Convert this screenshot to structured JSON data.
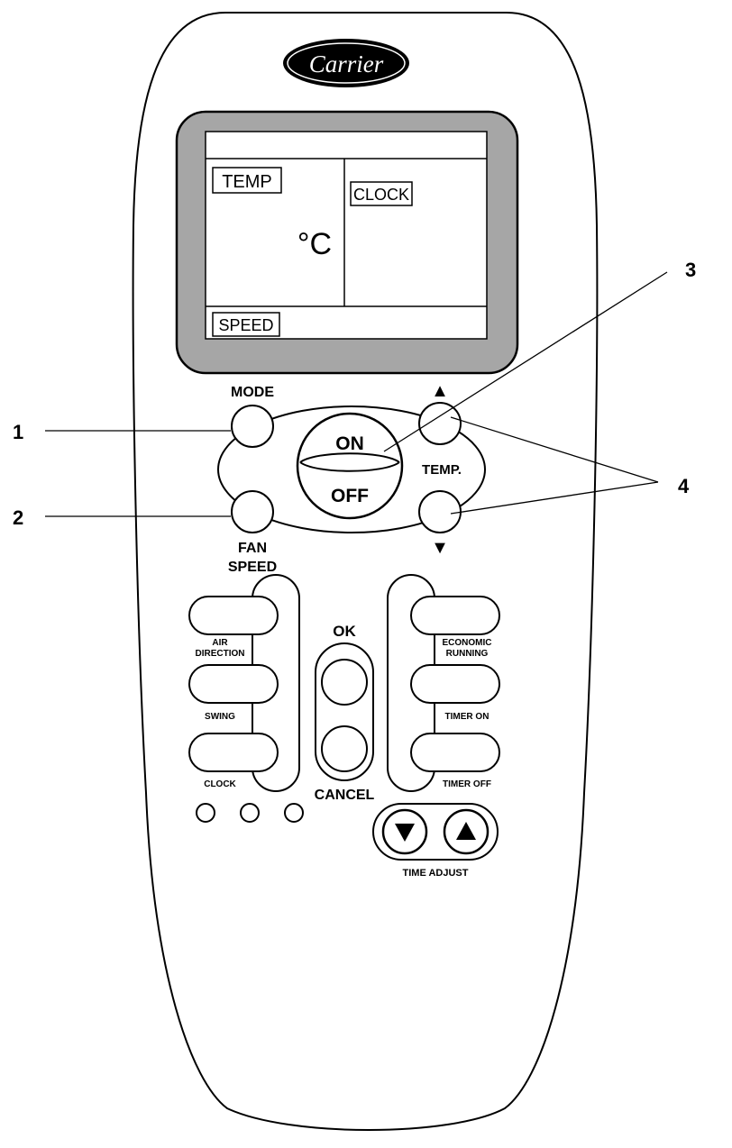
{
  "brand": {
    "logo_text": "Carrier"
  },
  "display": {
    "temp_label": "TEMP",
    "unit": "°C",
    "clock_label": "CLOCK",
    "speed_label": "SPEED"
  },
  "buttons": {
    "mode": "MODE",
    "on": "ON",
    "off": "OFF",
    "temp_up_symbol": "▲",
    "temp_label": "TEMP.",
    "temp_down_symbol": "▼",
    "fan_speed_line1": "FAN",
    "fan_speed_line2": "SPEED",
    "air_direction_line1": "AIR",
    "air_direction_line2": "DIRECTION",
    "swing": "SWING",
    "clock": "CLOCK",
    "ok": "OK",
    "cancel": "CANCEL",
    "economic_line1": "ECONOMIC",
    "economic_line2": "RUNNING",
    "timer_on": "TIMER ON",
    "timer_off": "TIMER OFF",
    "time_adjust": "TIME ADJUST"
  },
  "callouts": {
    "c1": "1",
    "c2": "2",
    "c3": "3",
    "c4": "4"
  }
}
